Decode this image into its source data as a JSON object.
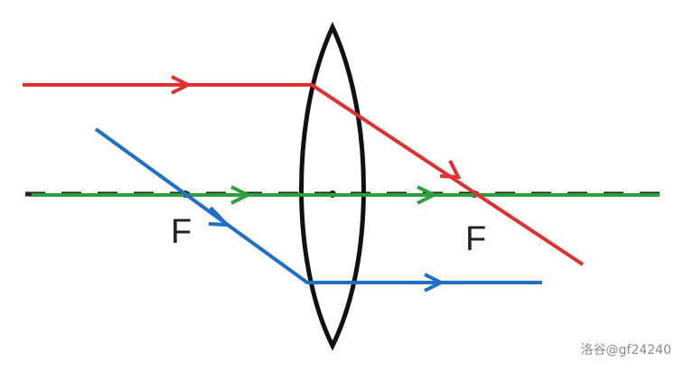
{
  "labels": {
    "focus_left": "F",
    "focus_right": "F"
  },
  "watermark": "洛谷@gf24240",
  "colors": {
    "red_ray": "#e03030",
    "blue_ray": "#1f6fc8",
    "green_ray": "#2e9e3e",
    "axis": "#222222",
    "lens": "#111111"
  }
}
